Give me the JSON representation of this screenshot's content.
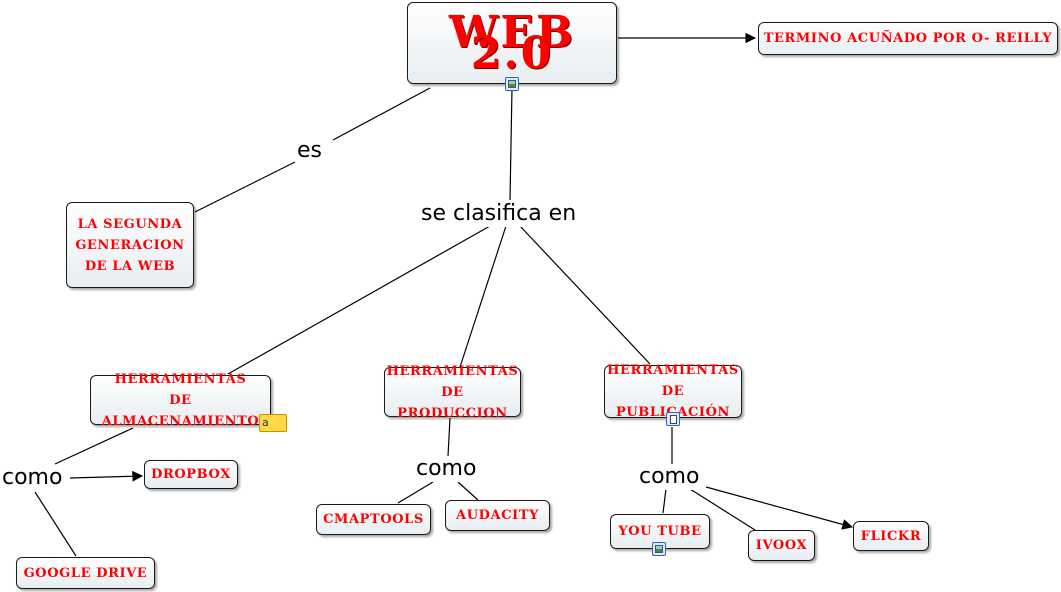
{
  "nodes": {
    "web20": "WEB 2.0",
    "termino": "TERMINO ACUÑADO POR O- REILLY",
    "segunda": "LA SEGUNDA\nGENERACION\nDE LA WEB",
    "almacenamiento": "HERRAMIENTAS\nDE ALMACENAMIENTO",
    "produccion": "HERRAMIENTAS\nDE PRODUCCION",
    "publicacion": "HERRAMIENTAS\nDE PUBLICACIÓN",
    "dropbox": "DROPBOX",
    "google_drive": "GOOGLE DRIVE",
    "cmaptools": "CMAPTOOLS",
    "audacity": "AUDACITY",
    "youtube": "YOU TUBE",
    "ivoox": "IVOOX",
    "flickr": "FLICKR"
  },
  "link_labels": {
    "es": "es",
    "clasifica": "se clasifica en",
    "como_1": "como",
    "como_2": "como",
    "como_3": "como"
  },
  "icons": {
    "web20_resource": "image-resource-icon",
    "almacenamiento_resource": "note-annotation-icon",
    "publicacion_resource": "document-resource-icon",
    "youtube_resource": "image-resource-icon"
  },
  "note_icon_text": "a",
  "colors": {
    "node_text": "#ff0000",
    "node_fill_top": "#ffffff",
    "node_fill_bottom": "#e7edf1",
    "node_border": "#1a1a1a",
    "link": "#000000"
  }
}
